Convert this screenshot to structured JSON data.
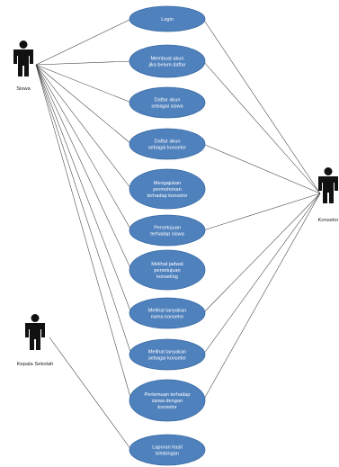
{
  "actors": [
    {
      "id": "siswa",
      "label": "Siswa"
    },
    {
      "id": "konselor",
      "label": "Konselor"
    },
    {
      "id": "kepala",
      "label": "Kepala Sekolah"
    }
  ],
  "use_cases": [
    {
      "id": "uc1",
      "lines": [
        "Login"
      ]
    },
    {
      "id": "uc2",
      "lines": [
        "Membuat akun",
        "jika belum daftar"
      ]
    },
    {
      "id": "uc3",
      "lines": [
        "Daftar akun",
        "sebagai siswa"
      ]
    },
    {
      "id": "uc4",
      "lines": [
        "Daftar akun",
        "sebagai konselor"
      ]
    },
    {
      "id": "uc5",
      "lines": [
        "Mengajukan",
        "permohonan",
        "terhadap konselor"
      ]
    },
    {
      "id": "uc6",
      "lines": [
        "Persetujuan",
        "terhadap siswa"
      ]
    },
    {
      "id": "uc7",
      "lines": [
        "Melihat jadwal",
        "persetujuan",
        "konseling"
      ]
    },
    {
      "id": "uc8",
      "lines": [
        "Melihat tanyakan",
        "nama konselor"
      ]
    },
    {
      "id": "uc9",
      "lines": [
        "Melihat tanyakan",
        "sebagai konselor"
      ]
    },
    {
      "id": "uc10",
      "lines": [
        "Pertemuan terhadap",
        "siswa dengan",
        "konselor"
      ]
    },
    {
      "id": "uc11",
      "lines": [
        "Laporan hasil",
        "bimbingan"
      ]
    }
  ],
  "associations": [
    [
      "siswa",
      "uc1"
    ],
    [
      "siswa",
      "uc2"
    ],
    [
      "siswa",
      "uc3"
    ],
    [
      "siswa",
      "uc4"
    ],
    [
      "siswa",
      "uc5"
    ],
    [
      "siswa",
      "uc6"
    ],
    [
      "siswa",
      "uc7"
    ],
    [
      "siswa",
      "uc8"
    ],
    [
      "siswa",
      "uc9"
    ],
    [
      "siswa",
      "uc10"
    ],
    [
      "konselor",
      "uc1"
    ],
    [
      "konselor",
      "uc2"
    ],
    [
      "konselor",
      "uc4"
    ],
    [
      "konselor",
      "uc6"
    ],
    [
      "konselor",
      "uc8"
    ],
    [
      "konselor",
      "uc9"
    ],
    [
      "konselor",
      "uc10"
    ],
    [
      "kepala",
      "uc11"
    ]
  ]
}
